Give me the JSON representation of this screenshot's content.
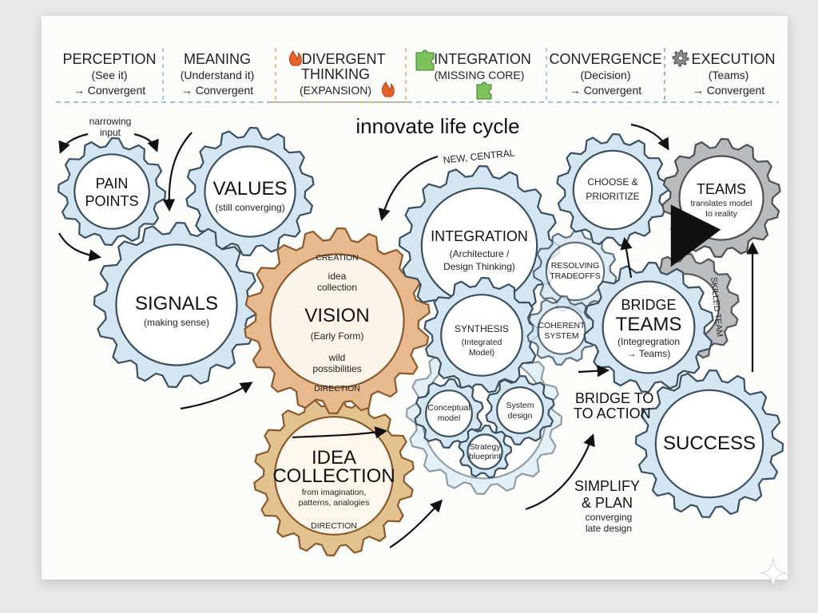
{
  "title": "innovate life cycle",
  "phases": [
    {
      "title": "PERCEPTION",
      "sub": "(See it)",
      "mode": "→ Convergent",
      "icon": ""
    },
    {
      "title": "MEANING",
      "sub": "(Understand it)",
      "mode": "→ Convergent",
      "icon": ""
    },
    {
      "title": "DIVERGENT",
      "title2": "THINKING",
      "sub": "(EXPANSION)",
      "mode": "",
      "icon": "fire-icon"
    },
    {
      "title": "INTEGRATION",
      "sub": "(MISSING CORE)",
      "mode": "",
      "icon": "puzzle-icon"
    },
    {
      "title": "CONVERGENCE",
      "sub": "(Decision)",
      "mode": "→ Convergent",
      "icon": ""
    },
    {
      "title": "EXECUTION",
      "sub": "(Teams)",
      "mode": "→ Convergent",
      "icon": "gear-icon"
    }
  ],
  "gears": {
    "pain_points": {
      "line1": "PAIN",
      "line2": "POINTS"
    },
    "values": {
      "title": "VALUES",
      "sub": "(still converging)"
    },
    "signals": {
      "title": "SIGNALS",
      "sub": "(making sense)"
    },
    "vision": {
      "ring_top": "CREATION",
      "ring_bottom": "DIRECTION",
      "top1": "idea",
      "top2": "collection",
      "title": "VISION",
      "sub": "(Early Form)",
      "bottom1": "wild",
      "bottom2": "possibilities"
    },
    "idea_collection": {
      "line1": "IDEA",
      "line2": "COLLECTION",
      "sub1": "from imagination,",
      "sub2": "patterns, analogies",
      "ring_bottom": "DIRECTION"
    },
    "integration": {
      "title": "INTEGRATION",
      "sub1": "(Architecture /",
      "sub2": "Design Thinking)"
    },
    "synthesis": {
      "title": "SYNTHESIS",
      "sub1": "(Integrated",
      "sub2": "Model)"
    },
    "conceptual": {
      "line1": "Conceptual",
      "line2": "model"
    },
    "system_design": {
      "line1": "System",
      "line2": "design"
    },
    "strategy": {
      "line1": "Strategy",
      "line2": "blueprint"
    },
    "resolving": {
      "line1": "RESOLVING",
      "line2": "TRADEOFFS"
    },
    "coherent": {
      "line1": "COHERENT",
      "line2": "SYSTEM"
    },
    "choose": {
      "line1": "CHOOSE &",
      "line2": "PRIORITIZE"
    },
    "teams": {
      "title": "TEAMS",
      "sub1": "translates model",
      "sub2": "to reality"
    },
    "bridge_teams": {
      "line1": "BRIDGE",
      "line2": "TEAMS",
      "sub1": "(Integregration",
      "sub2": "→ Teams)"
    },
    "skilled": {
      "label": "SKILLED TEAM"
    },
    "success": {
      "title": "SUCCESS"
    }
  },
  "annotations": {
    "narrowing1": "narrowing",
    "narrowing2": "input",
    "new_central": "NEW, CENTRAL",
    "bridge_action1": "BRIDGE TO",
    "bridge_action2": "TO ACTION",
    "simplify1": "SIMPLIFY",
    "simplify2": "& PLAN",
    "simplify3": "converging",
    "simplify4": "late design"
  },
  "colors": {
    "blue_fill": "#d3e6f2",
    "blue_stroke": "#3a4f5f",
    "orange_fill": "#e8b98e",
    "orange_stroke": "#8a5a2b",
    "gold_fill": "#e2c28f",
    "gray_fill": "#b8babc",
    "gray_stroke": "#4d4f52"
  }
}
